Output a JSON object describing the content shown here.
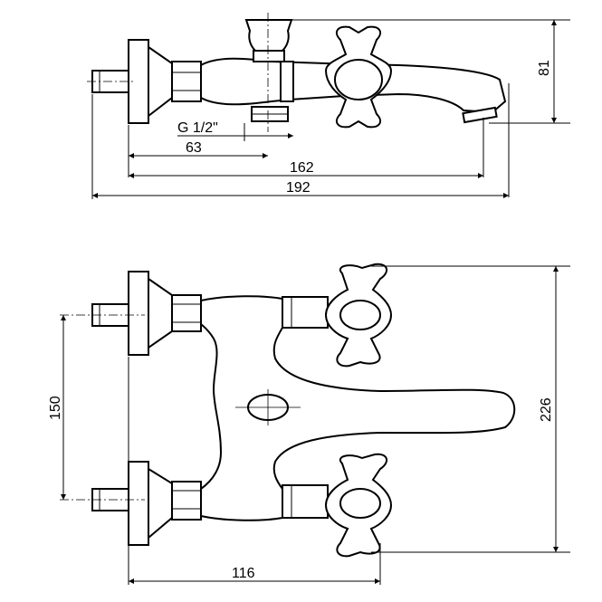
{
  "drawing": {
    "side_view": {
      "thread_label": "G 1/2\"",
      "dim_inlet_to_diverter": "63",
      "dim_inlet_to_spout": "162",
      "dim_overall_length": "192",
      "dim_height": "81"
    },
    "top_view": {
      "dim_inlet_spacing": "150",
      "dim_spout_width": "226",
      "dim_projection": "116"
    }
  }
}
